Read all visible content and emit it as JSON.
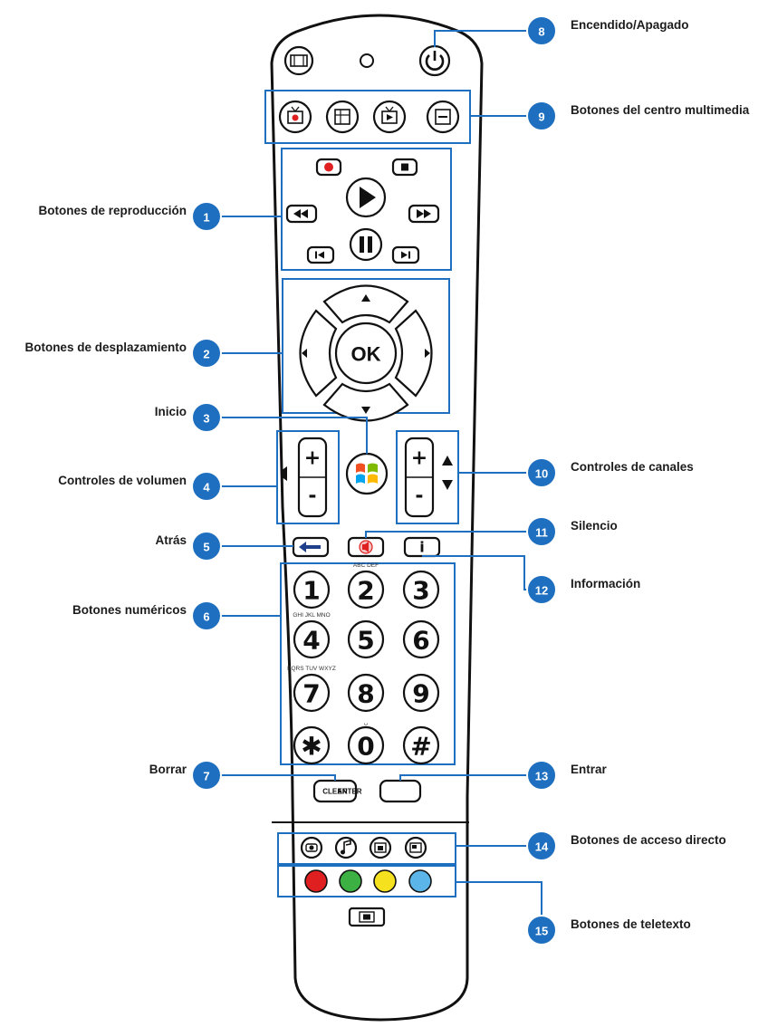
{
  "callouts": [
    {
      "num": "1",
      "label": "Botones de reproducción"
    },
    {
      "num": "2",
      "label": "Botones de desplazamiento"
    },
    {
      "num": "3",
      "label": "Inicio"
    },
    {
      "num": "4",
      "label": "Controles de volumen"
    },
    {
      "num": "5",
      "label": "Atrás"
    },
    {
      "num": "6",
      "label": "Botones numéricos"
    },
    {
      "num": "7",
      "label": "Borrar"
    },
    {
      "num": "8",
      "label": "Encendido/Apagado"
    },
    {
      "num": "9",
      "label": "Botones del centro multimedia"
    },
    {
      "num": "10",
      "label": "Controles de canales"
    },
    {
      "num": "11",
      "label": "Silencio"
    },
    {
      "num": "12",
      "label": "Información"
    },
    {
      "num": "13",
      "label": "Entrar"
    },
    {
      "num": "14",
      "label": "Botones de acceso directo"
    },
    {
      "num": "15",
      "label": "Botones de teletexto"
    }
  ],
  "remote": {
    "ok_label": "OK",
    "plus": "+",
    "minus": "-",
    "info_glyph": "i",
    "clear_label": "CLEAR",
    "enter_label": "ENTER",
    "keypad": [
      {
        "digit": "1",
        "letters": ""
      },
      {
        "digit": "2",
        "letters": "ABC DEF"
      },
      {
        "digit": "3",
        "letters": ""
      },
      {
        "digit": "4",
        "letters": "GHI JKL MNO"
      },
      {
        "digit": "5",
        "letters": ""
      },
      {
        "digit": "6",
        "letters": ""
      },
      {
        "digit": "7",
        "letters": "PQRS TUV WXYZ"
      },
      {
        "digit": "8",
        "letters": ""
      },
      {
        "digit": "9",
        "letters": ""
      },
      {
        "digit": "✱",
        "letters": ""
      },
      {
        "digit": "0",
        "letters": "␣"
      },
      {
        "digit": "#",
        "letters": ""
      }
    ],
    "teletext_colors": [
      "#e02020",
      "#3cb043",
      "#f5e11e",
      "#5bb5e8"
    ]
  },
  "colors": {
    "accent": "#1e6fc0",
    "record": "#e02020"
  }
}
